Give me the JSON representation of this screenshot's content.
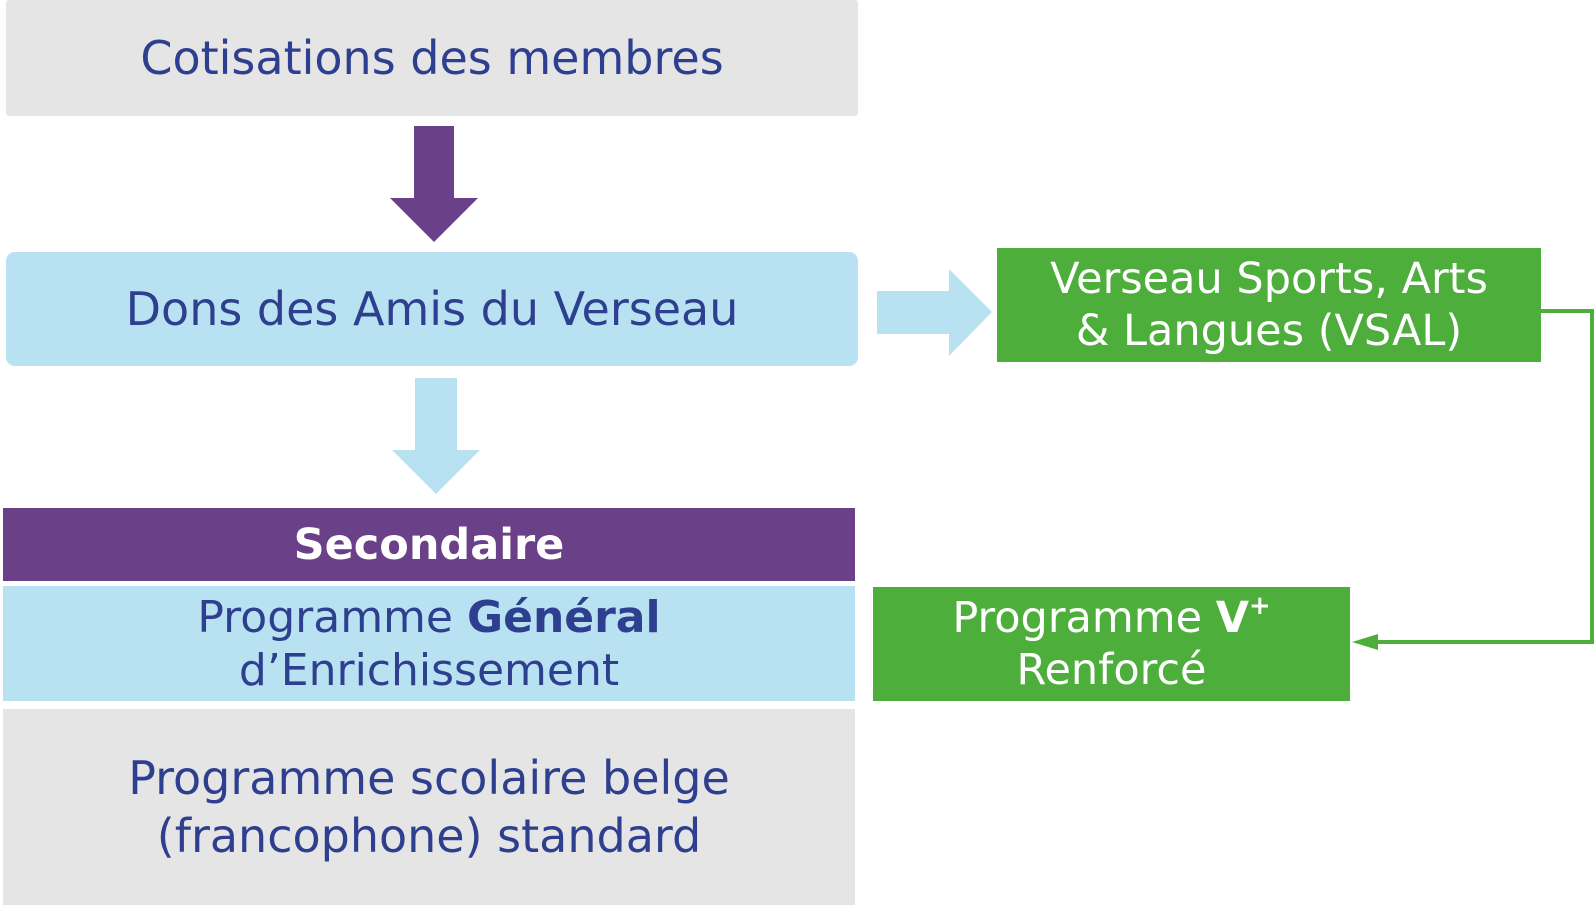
{
  "boxes": {
    "cotisations": "Cotisations des membres",
    "dons": "Dons des Amis du Verseau",
    "vsal_line1": "Verseau Sports, Arts",
    "vsal_line2": "& Langues (VSAL)",
    "secondaire": "Secondaire",
    "pge_word1": "Programme ",
    "pge_word2": "Général",
    "pge_line2": "d’Enrichissement",
    "vplus_word1": "Programme ",
    "vplus_v": "V",
    "vplus_sup": "+",
    "vplus_line2": "Renforcé",
    "belge_line1": "Programme scolaire belge",
    "belge_line2": "(francophone) standard"
  },
  "colors": {
    "navy_text": "#2e3f8f",
    "gray_box": "#e5e5e6",
    "light_blue": "#b8e2f2",
    "purple": "#6a4188",
    "green": "#4eae3b"
  }
}
